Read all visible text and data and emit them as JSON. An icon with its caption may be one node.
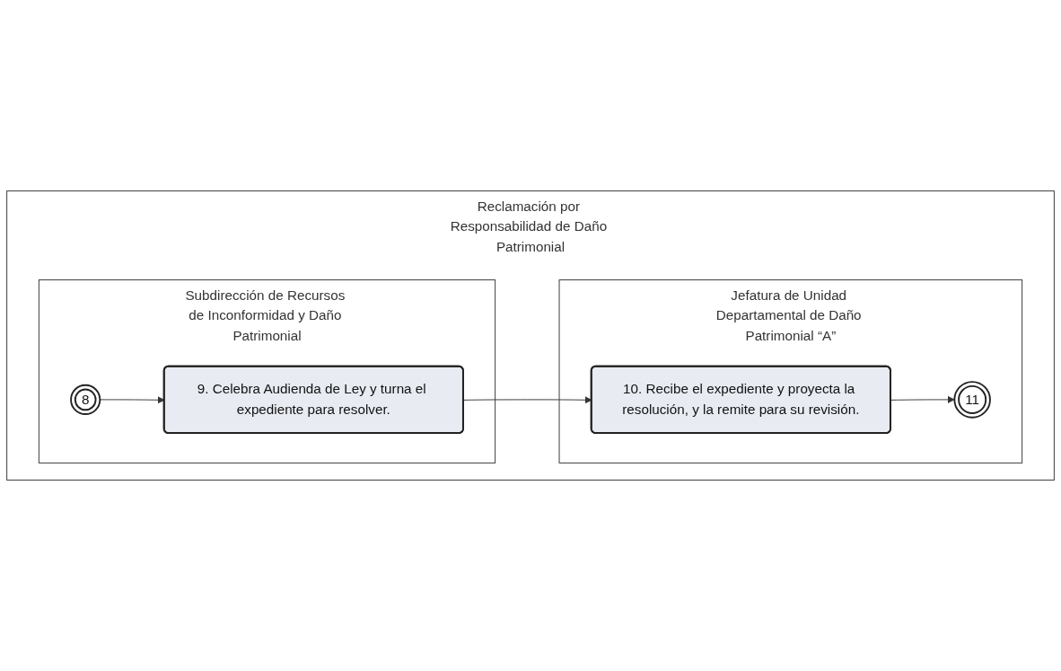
{
  "diagram": {
    "nodes": [
      {
        "text": [
          "Reclamación por Responsabilidad de Daño Patrimonial"
        ]
      },
      {
        "text": [
          "Subdirección de Recursos de Inconformidad y Daño Patrimonial"
        ],
        "in": 0
      },
      {
        "text": [
          "8"
        ],
        "in": 1
      },
      {
        "text": [
          "9. Celebra Audienda de Ley y turna el expediente para resolver."
        ],
        "in": 1
      },
      {
        "text": [
          "Jefatura de Unidad Departamental de Daño Patrimonial “A”"
        ],
        "in": 0
      },
      {
        "text": [
          "10. Recibe el expediente y proyecta la resolución, y la remite para su revisión."
        ],
        "in": 4
      },
      {
        "text": [
          "11"
        ],
        "in": 4
      }
    ],
    "edges": [
      {
        "from": 2,
        "to": 3,
        "arrow": "to"
      },
      {
        "from": 3,
        "to": 5,
        "arrow": "to"
      },
      {
        "from": 5,
        "to": 6,
        "arrow": "to"
      }
    ]
  }
}
